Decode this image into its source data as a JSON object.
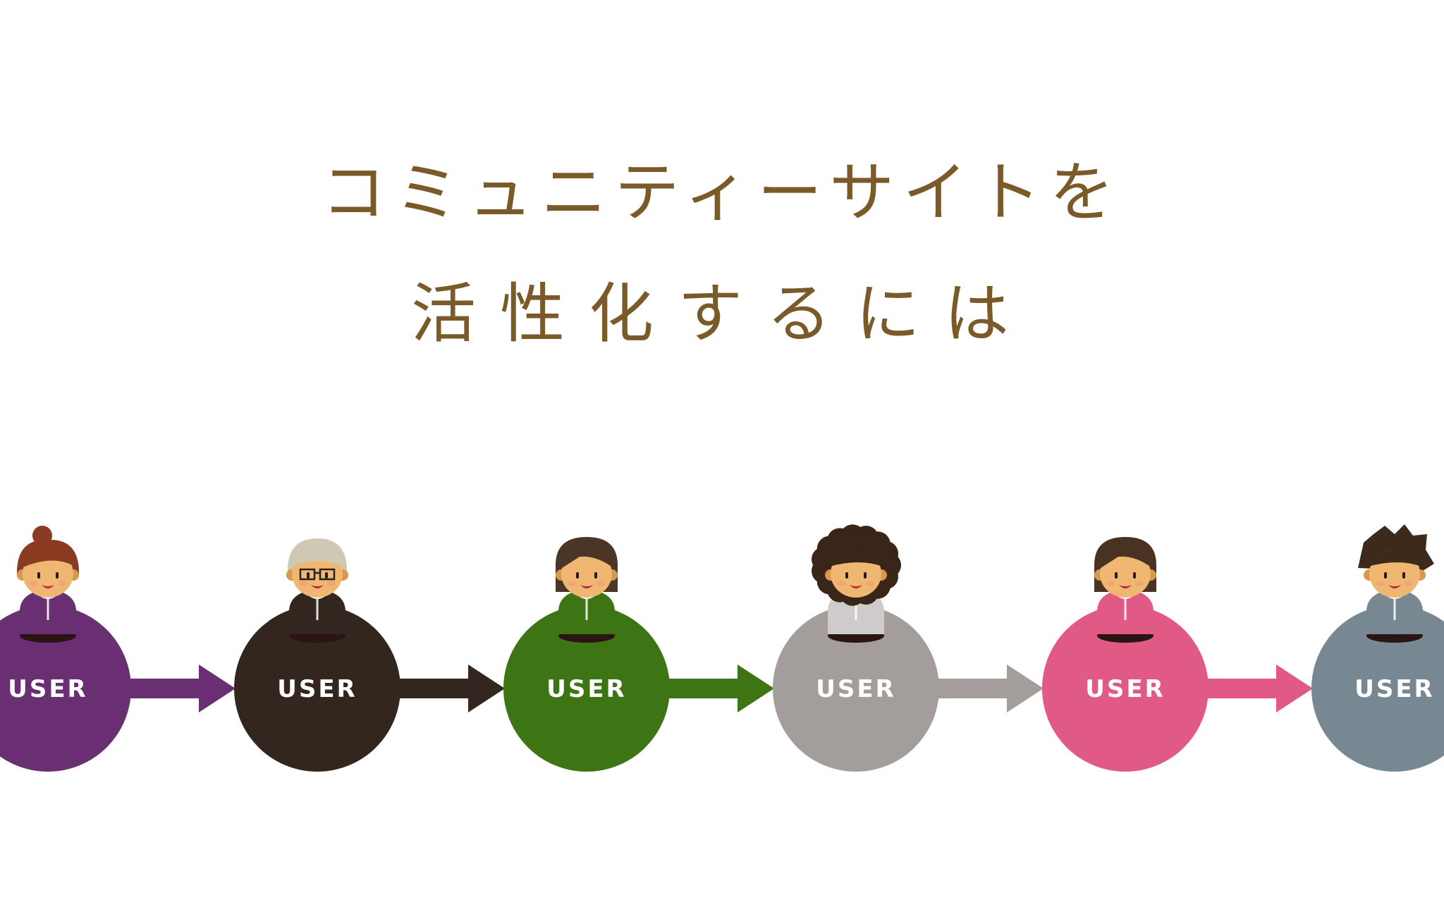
{
  "slide": {
    "title_line1": "コミュニティーサイトを",
    "title_line2": "活性化するには"
  },
  "users": [
    {
      "label": "USER",
      "color": "#6a2f72",
      "shirt": "#6a2f72",
      "hair": "#8a3b22",
      "hair_style": "bun"
    },
    {
      "label": "USER",
      "color": "#33261f",
      "shirt": "#33261f",
      "hair": "#cfc8b4",
      "hair_style": "gray-glasses"
    },
    {
      "label": "USER",
      "color": "#3d7414",
      "shirt": "#3d7414",
      "hair": "#4a3526",
      "hair_style": "long"
    },
    {
      "label": "USER",
      "color": "#a39e9c",
      "shirt": "#cfcbca",
      "hair": "#3a2519",
      "hair_style": "afro"
    },
    {
      "label": "USER",
      "color": "#e05a85",
      "shirt": "#e05a85",
      "hair": "#4a3223",
      "hair_style": "bob"
    },
    {
      "label": "USER",
      "color": "#778892",
      "shirt": "#778892",
      "hair": "#3d2a1b",
      "hair_style": "spiky"
    }
  ],
  "icons": [
    "person-icon",
    "arrow-right-icon"
  ]
}
